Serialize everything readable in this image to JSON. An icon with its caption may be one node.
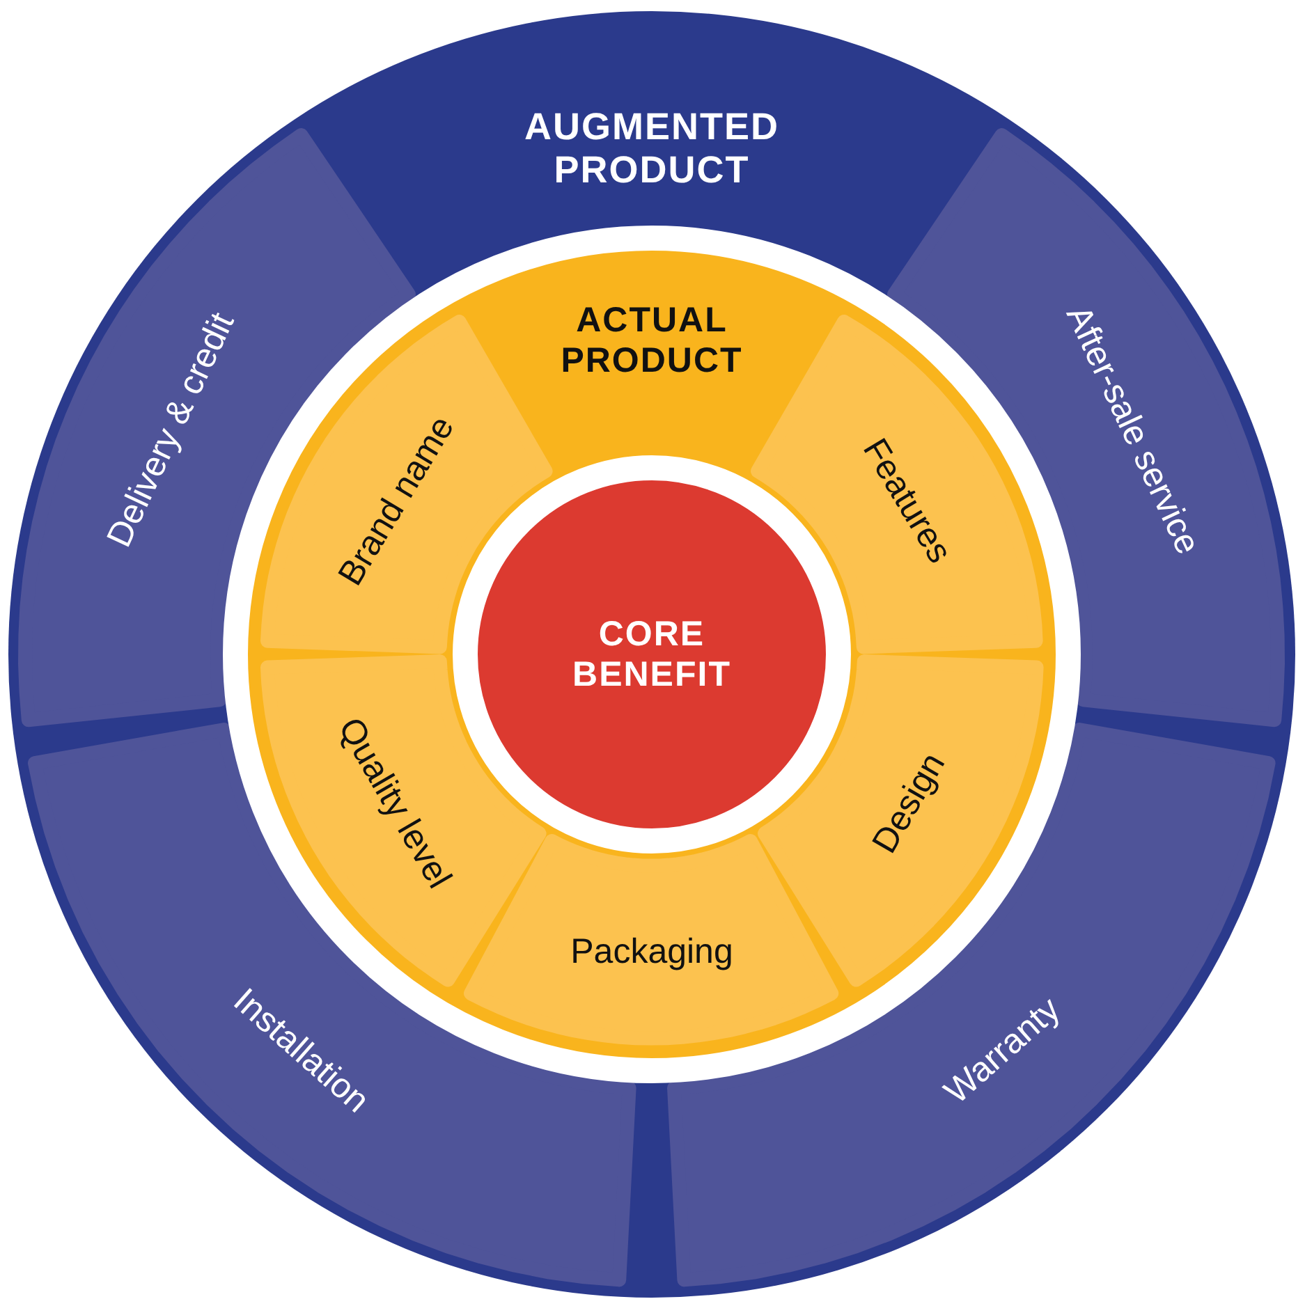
{
  "diagram": {
    "nodes": [
      {
        "text": [
          "AUGMENTED PRODUCT"
        ]
      },
      {
        "text": [
          "Delivery & credit"
        ],
        "in": 0
      },
      {
        "text": [
          "After-sale service"
        ],
        "in": 0
      },
      {
        "text": [
          "Installation"
        ],
        "in": 0
      },
      {
        "text": [
          "Warranty"
        ],
        "in": 0
      },
      {
        "text": [
          "ACTUAL PRODUCT"
        ],
        "in": 0
      },
      {
        "text": [
          "Brand name"
        ],
        "in": 5
      },
      {
        "text": [
          "Features"
        ],
        "in": 5
      },
      {
        "text": [
          "Quality level"
        ],
        "in": 5
      },
      {
        "text": [
          "Design"
        ],
        "in": 5
      },
      {
        "text": [
          "Packaging"
        ],
        "in": 5
      },
      {
        "text": [
          "CORE BENEFIT"
        ],
        "in": 5
      }
    ]
  }
}
